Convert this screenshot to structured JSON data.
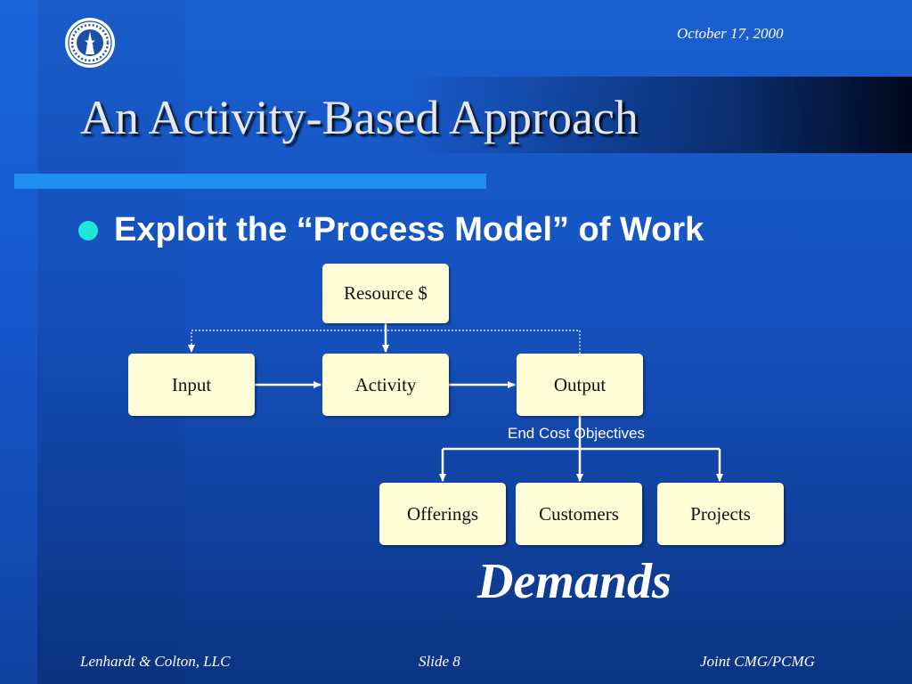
{
  "slide": {
    "date": "October 17,  2000",
    "title": "An Activity-Based Approach",
    "bullet": "Exploit the “Process Model” of Work",
    "footer_left": "Lenhardt & Colton, LLC",
    "footer_center": "Slide 8",
    "footer_right": "Joint CMG/PCMG"
  },
  "diagram": {
    "nodes": {
      "resource": "Resource $",
      "input": "Input",
      "activity": "Activity",
      "output": "Output",
      "offerings": "Offerings",
      "customers": "Customers",
      "projects": "Projects"
    },
    "edges": [
      {
        "from": "resource",
        "to": "activity",
        "style": "solid"
      },
      {
        "from": "input",
        "to": "activity",
        "style": "solid"
      },
      {
        "from": "activity",
        "to": "output",
        "style": "solid"
      },
      {
        "from": "output",
        "to": "input",
        "style": "dotted"
      },
      {
        "from": "output",
        "to": "offerings",
        "style": "solid"
      },
      {
        "from": "output",
        "to": "customers",
        "style": "solid"
      },
      {
        "from": "output",
        "to": "projects",
        "style": "solid"
      }
    ],
    "branch_label": "End Cost Objectives",
    "group_label": "Demands"
  },
  "colors": {
    "background": "#1552c0",
    "box_fill": "#fffcd8",
    "accent_bar": "#1e8ef0",
    "bullet": "#20e8d8"
  },
  "icons": {
    "logo": "mndot-seal-icon"
  }
}
